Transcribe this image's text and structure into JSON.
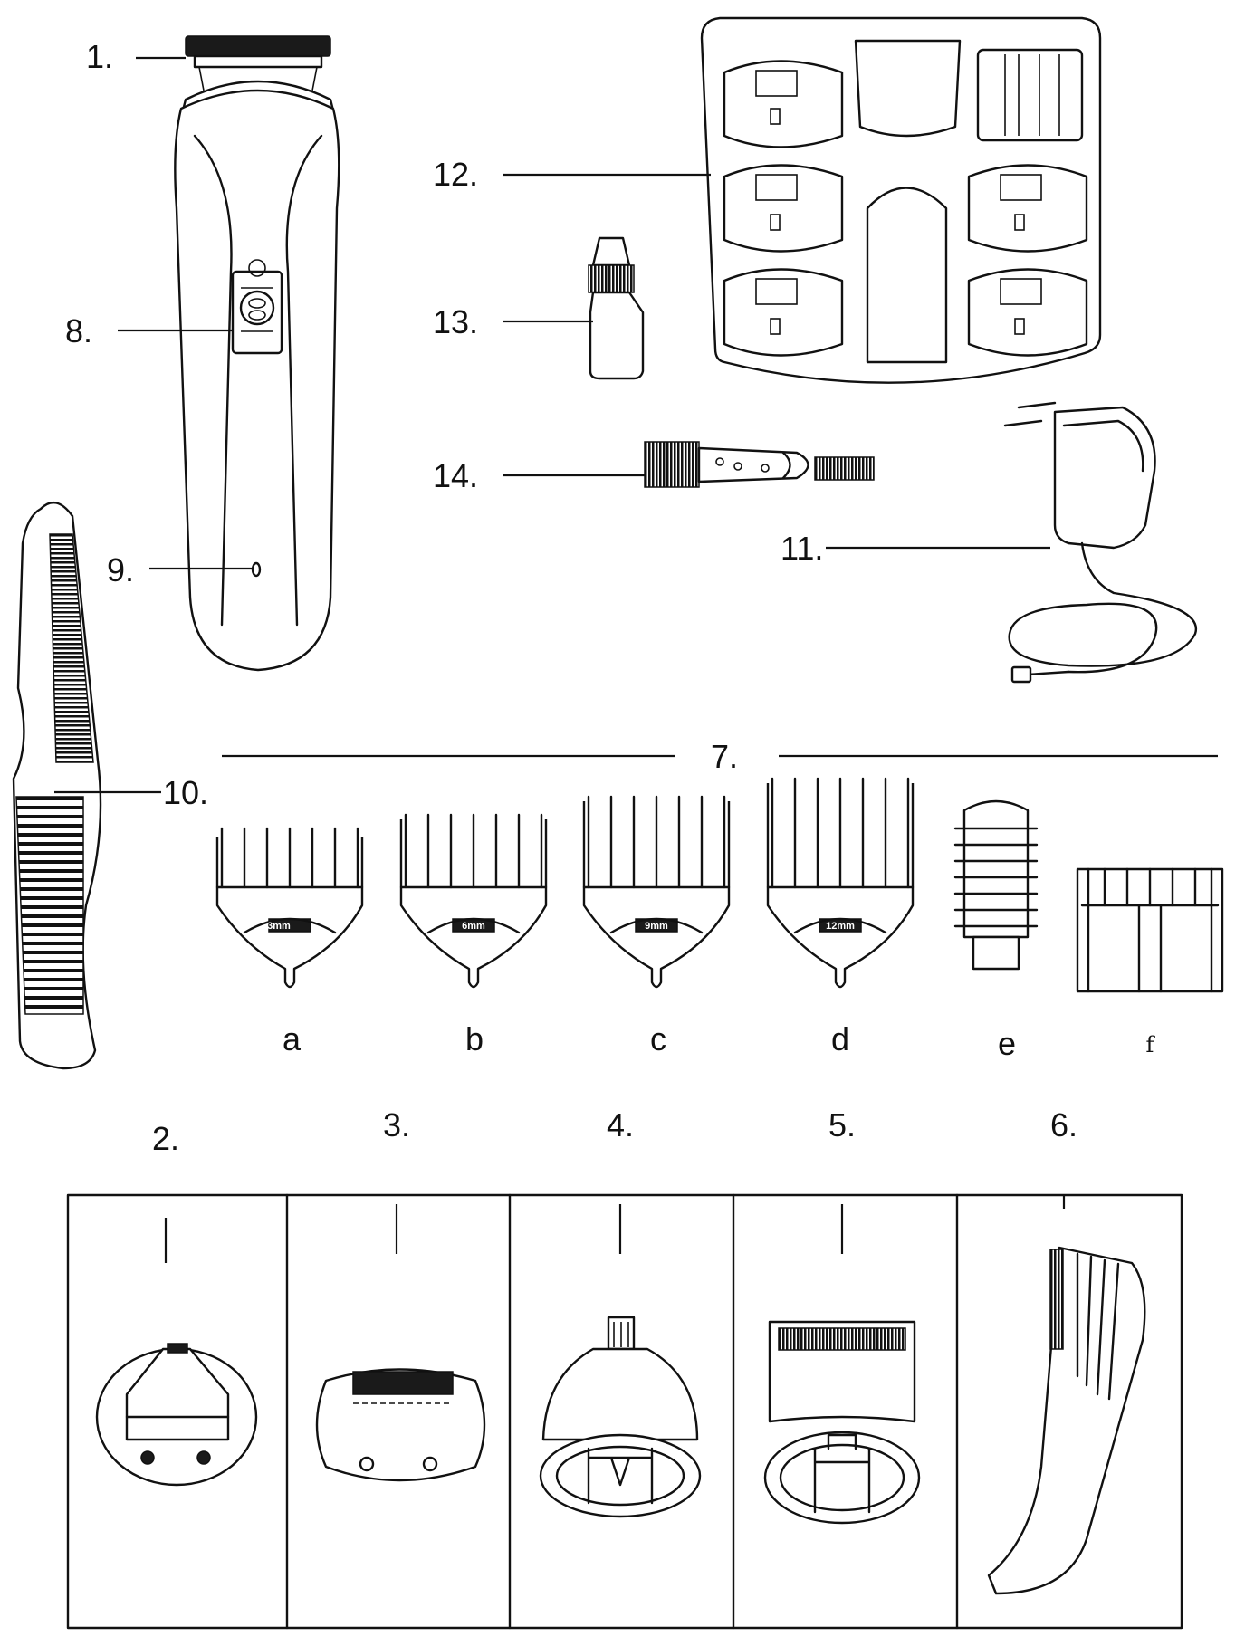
{
  "labels": {
    "l1": "1.",
    "l2": "2.",
    "l3": "3.",
    "l4": "4.",
    "l5": "5.",
    "l6": "6.",
    "l7": "7.",
    "l8": "8.",
    "l9": "9.",
    "l10": "10.",
    "l11": "11.",
    "l12": "12.",
    "l13": "13.",
    "l14": "14."
  },
  "combs": {
    "a": "a",
    "b": "b",
    "c": "c",
    "d": "d",
    "e": "e",
    "f": "f"
  },
  "comb_sizes": {
    "a": "3mm",
    "b": "6mm",
    "c": "9mm",
    "d": "12mm"
  }
}
